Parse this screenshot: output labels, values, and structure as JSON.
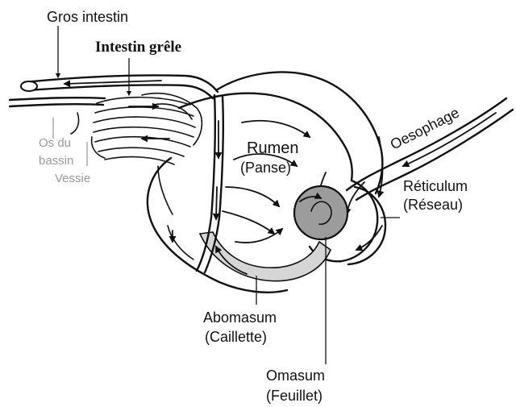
{
  "labels": {
    "gros_intestin": "Gros intestin",
    "intestin_grele": "Intestin grêle",
    "os_du_bassin_line1": "Os du",
    "os_du_bassin_line2": "bassin",
    "vessie": "Vessie",
    "rumen_line1": "Rumen",
    "rumen_line2": "(Panse)",
    "oesophage": "Oesophage",
    "reticulum_line1": "Réticulum",
    "reticulum_line2": "(Réseau)",
    "abomasum_line1": "Abomasum",
    "abomasum_line2": "(Caillette)",
    "omasum_line1": "Omasum",
    "omasum_line2": "(Feuillet)"
  },
  "colors": {
    "ink": "#111111",
    "muted_label": "#9a9a9a",
    "abomasum_fill": "#d6d6d6",
    "omasum_fill": "#9c9c9c",
    "background": "#ffffff"
  }
}
